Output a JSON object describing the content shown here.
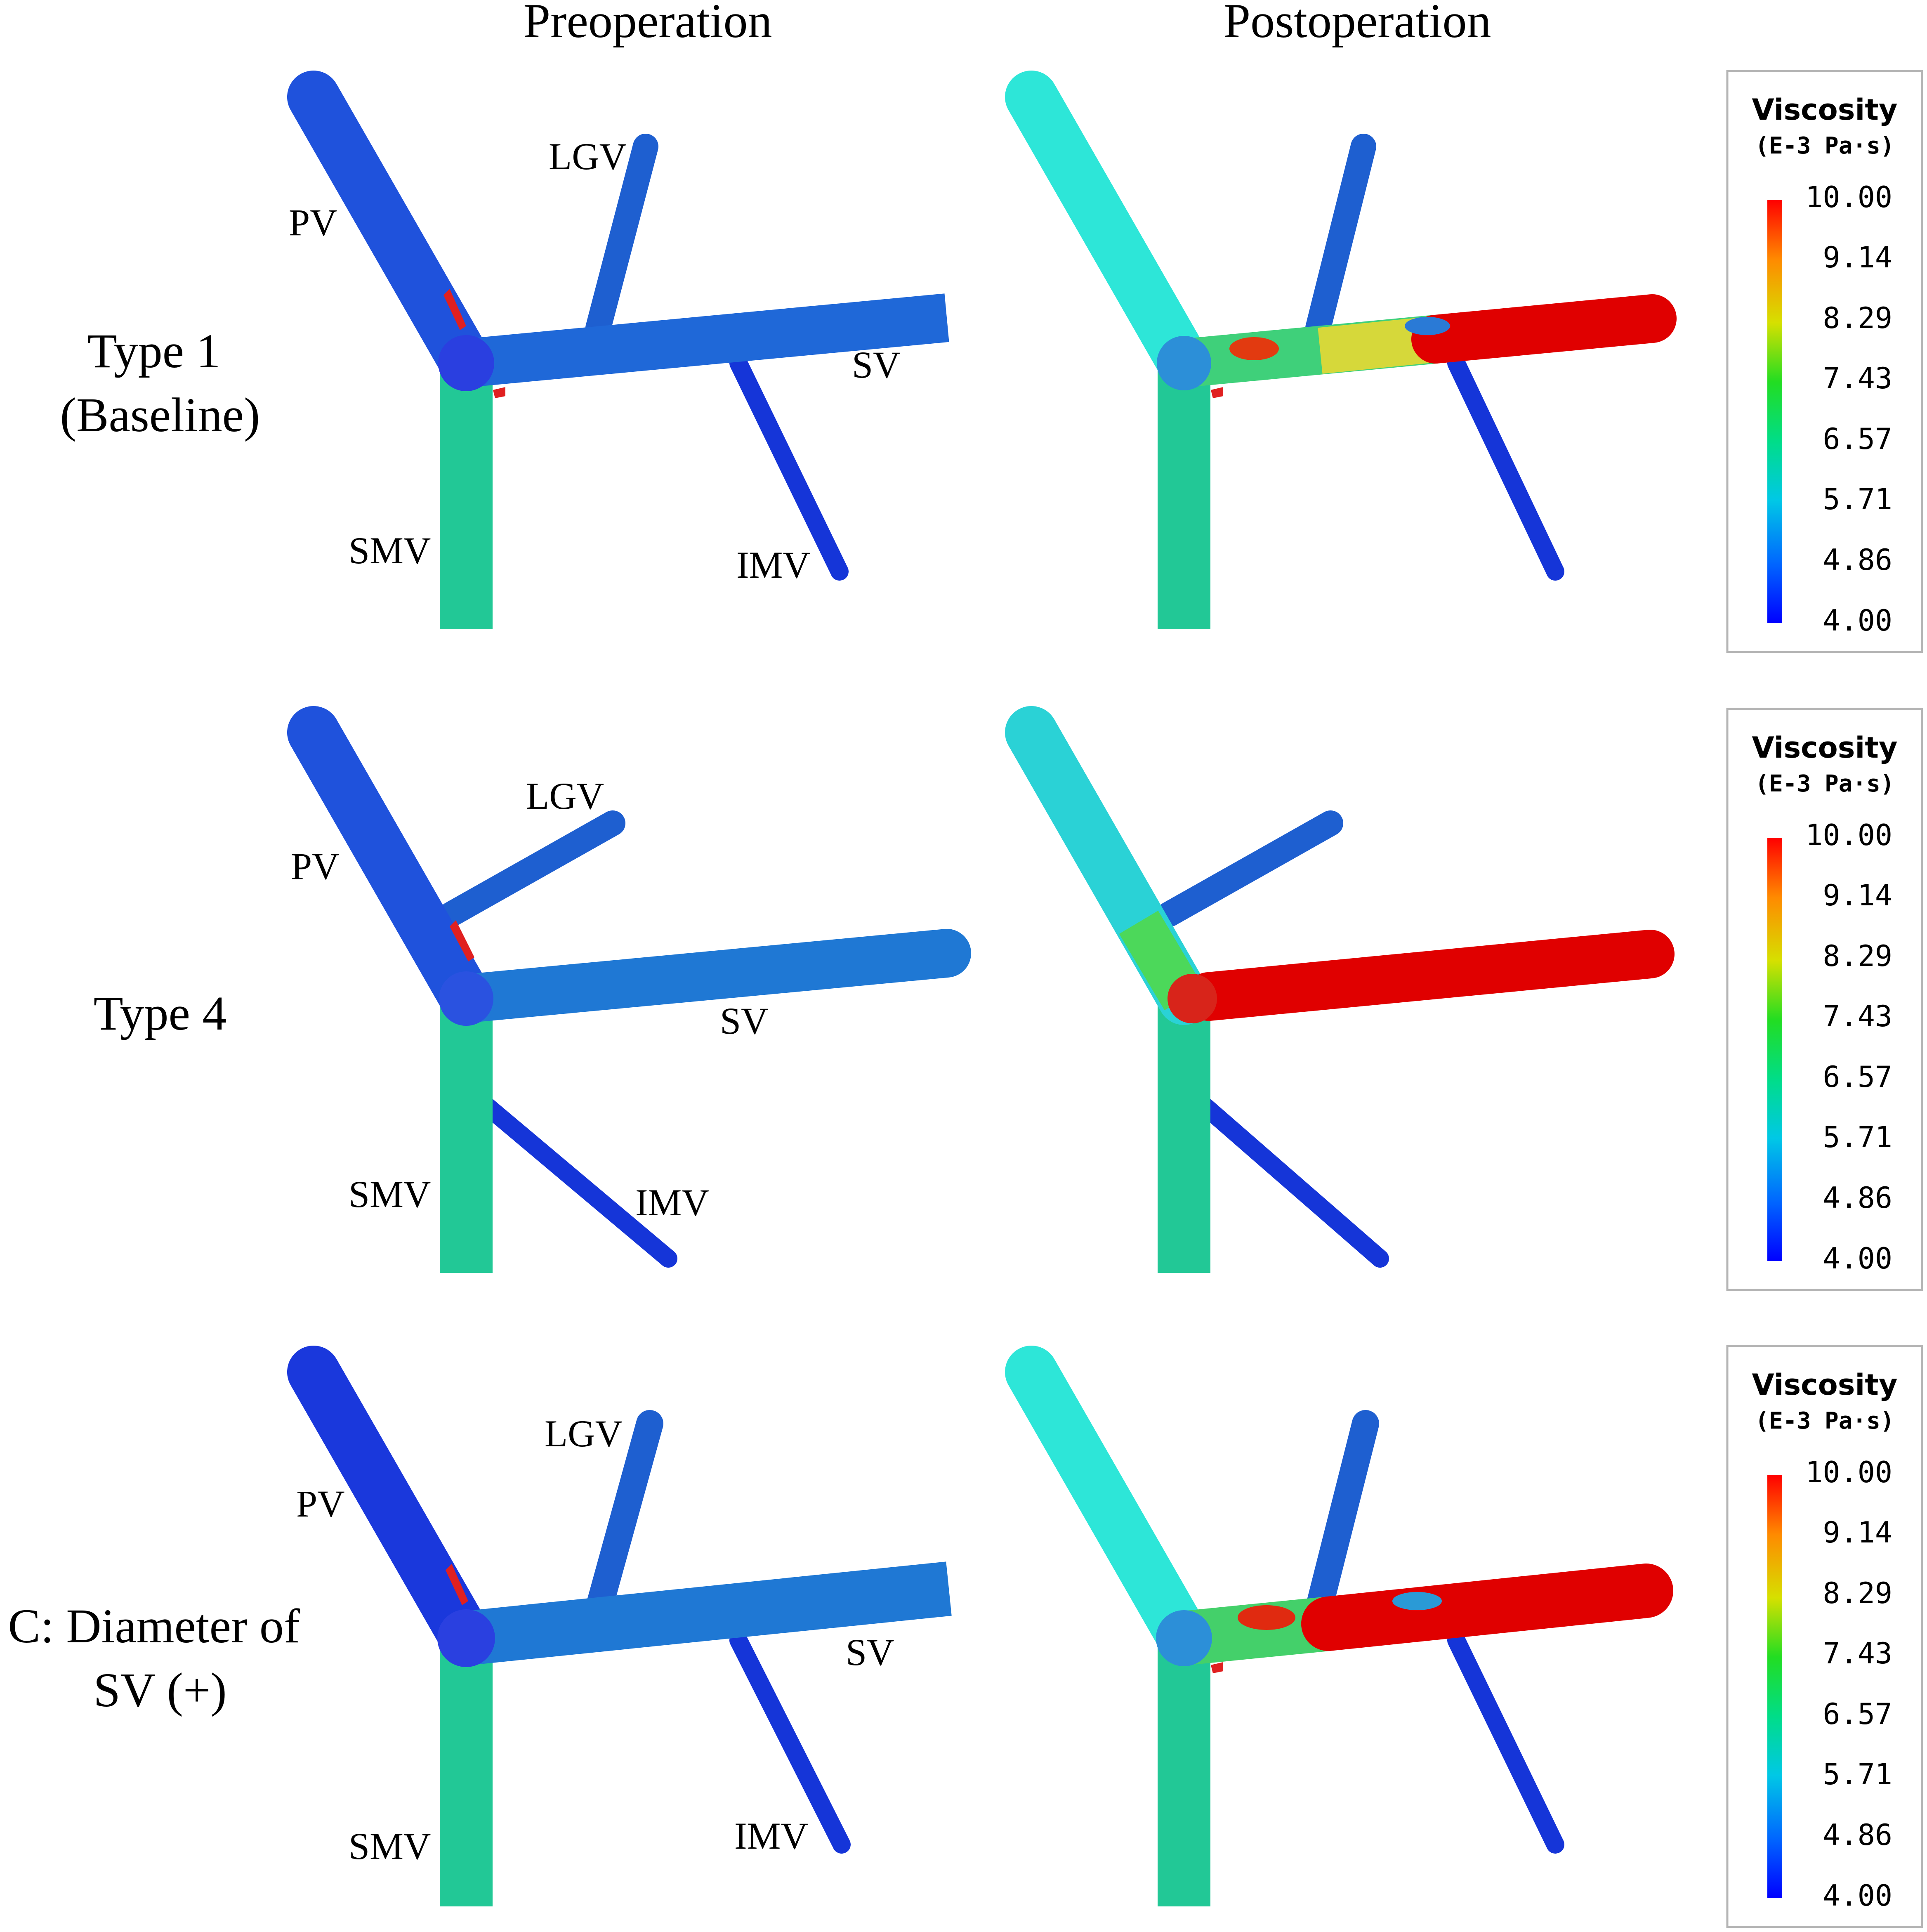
{
  "columns": [
    "Preoperation",
    "Postoperation"
  ],
  "rows": [
    {
      "label_lines": [
        "Type 1",
        "(Baseline)"
      ]
    },
    {
      "label_lines": [
        "Type 4"
      ]
    },
    {
      "label_lines": [
        "C: Diameter of",
        "SV (+)"
      ]
    }
  ],
  "vessels": {
    "pv": "PV",
    "lgv": "LGV",
    "sv": "SV",
    "smv": "SMV",
    "imv": "IMV"
  },
  "colorbar": {
    "title": "Viscosity",
    "unit": "(E-3 Pa·s)",
    "ticks": [
      "10.00",
      "9.14",
      "8.29",
      "7.43",
      "6.57",
      "5.71",
      "4.86",
      "4.00"
    ],
    "min": 4.0,
    "max": 10.0,
    "colors": [
      "#0000ff",
      "#0066ff",
      "#00dddd",
      "#00dd66",
      "#33dd00",
      "#dddd00",
      "#ff8800",
      "#ff0000"
    ]
  },
  "colors": {
    "blue_low": "#1a3fd8",
    "steel_blue": "#1f7ad6",
    "cyan": "#2de6e0",
    "teal_green": "#21c49a",
    "red_high": "#e00000",
    "yellow": "#e6d23a"
  }
}
